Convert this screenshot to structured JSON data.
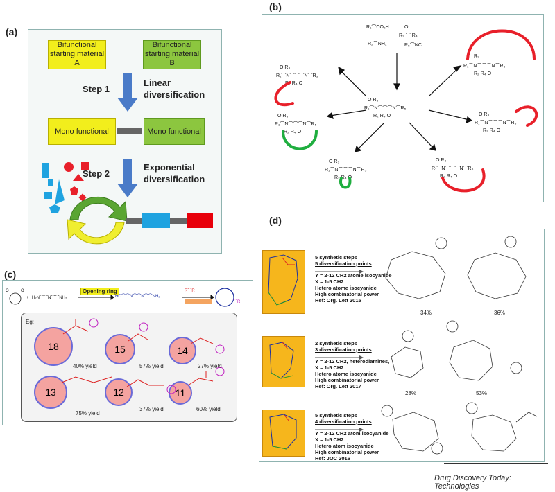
{
  "panels": {
    "a": {
      "label": "(a)",
      "box_a": "Bifunctional starting material A",
      "box_b": "Bifunctional starting material B",
      "step1": "Step 1",
      "step1_desc_1": "Linear",
      "step1_desc_2": "diversification",
      "mono_left": "Mono functional",
      "mono_right": "Mono functional",
      "step2": "Step 2",
      "step2_desc_1": "Exponential",
      "step2_desc_2": "diversification"
    },
    "b": {
      "label": "(b)"
    },
    "c": {
      "label": "(c)",
      "opening_ring": "Opening ring",
      "eg": "Eg:",
      "rings": [
        {
          "size": "18",
          "yield": "40% yield"
        },
        {
          "size": "15",
          "yield": "57% yield"
        },
        {
          "size": "14",
          "yield": "27% yield"
        },
        {
          "size": "13",
          "yield": "75% yield"
        },
        {
          "size": "12",
          "yield": "37% yield"
        },
        {
          "size": "11",
          "yield": "60% yield"
        }
      ]
    },
    "d": {
      "label": "(d)",
      "rows": [
        {
          "steps": "5 synthetic steps",
          "points": "5 diversification points",
          "lines": [
            "Y = 2-12 CH2 atome isocyanide",
            "X = 1-5 CH2",
            "Hetero atome isocyanide",
            "High combinatorial power",
            "Ref: Org. Lett 2015"
          ],
          "yields": [
            "34%",
            "36%"
          ]
        },
        {
          "steps": "2 synthetic steps",
          "points": "3 diversification points",
          "lines": [
            "Y = 2-12 CH2, heterodiamines,",
            "X = 1-5 CH2",
            "Hetero atome isocyanide",
            "High combinatorial power",
            "Ref: Org. Lett 2017"
          ],
          "yields": [
            "28%",
            "53%"
          ]
        },
        {
          "steps": "5 synthetic steps",
          "points": "4 diversification points",
          "lines": [
            "Y = 2-12 CH2 atom isocyanide",
            "X = 1-5 CH2",
            "Hetero atom isocyanide",
            "High combinatorial power",
            "Ref: JOC 2016"
          ],
          "yields": []
        }
      ]
    }
  },
  "footer": "Drug Discovery Today: Technologies",
  "colors": {
    "yellow_box": "#f2ee1c",
    "green_box": "#8cc63f",
    "blue_arrow": "#4a7bc8",
    "red_arc": "#e8202a",
    "green_arc": "#1fae3f",
    "orange_cell": "#f6b61c",
    "ring_fill": "#f4a3a0"
  }
}
